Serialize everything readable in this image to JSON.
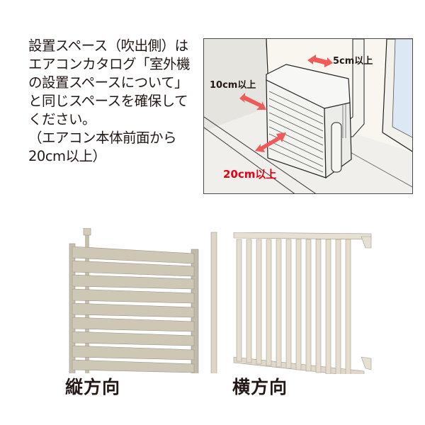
{
  "description": {
    "lines": [
      "設置スペース（吹出側）は",
      "エアコンカタログ「室外機",
      "の設置スペースについて」",
      "と同じスペースを確保して",
      "ください。",
      "（エアコン本体前面から",
      "20cm以上）"
    ]
  },
  "illustration": {
    "labels": {
      "top": "5cm以上",
      "side": "10cm以上",
      "front": "20cm以上"
    },
    "colors": {
      "arrow": "#ef5a5a",
      "front_label": "#e60012",
      "wall": "#e6e4df",
      "floor": "#f0efec",
      "unit": "#f7f7f5"
    }
  },
  "products": [
    {
      "caption": "縦方向",
      "color": "#cfc7b6"
    },
    {
      "caption": "横方向",
      "color": "#e4ddcf"
    }
  ]
}
